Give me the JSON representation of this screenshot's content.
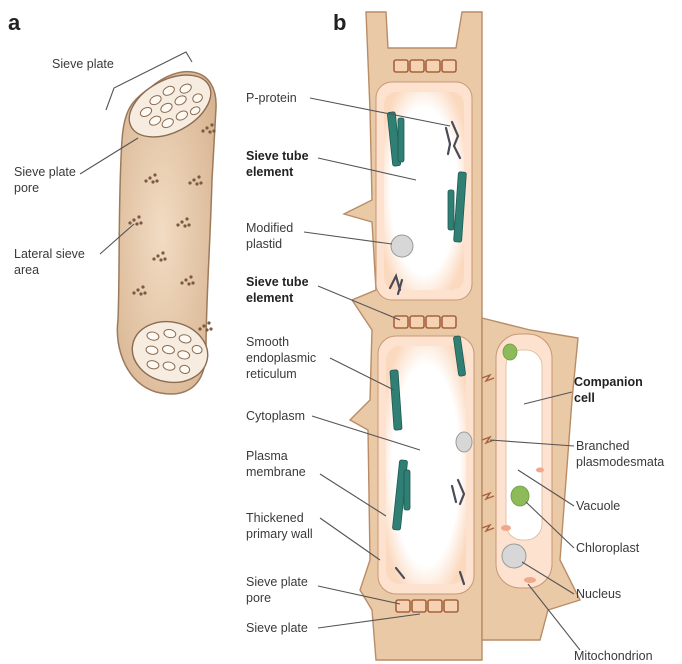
{
  "figure": {
    "panel_a_letter": "a",
    "panel_b_letter": "b"
  },
  "labels_a": {
    "sieve_plate": "Sieve plate",
    "sieve_plate_pore_1": "Sieve plate",
    "sieve_plate_pore_2": "pore",
    "lateral_sieve_area_1": "Lateral sieve",
    "lateral_sieve_area_2": "area"
  },
  "labels_b_left": {
    "p_protein": "P-protein",
    "sieve_tube_element_1a": "Sieve tube",
    "sieve_tube_element_1b": "element",
    "modified_plastid_1": "Modified",
    "modified_plastid_2": "plastid",
    "sieve_tube_element_2a": "Sieve tube",
    "sieve_tube_element_2b": "element",
    "smooth_er_1": "Smooth",
    "smooth_er_2": "endoplasmic",
    "smooth_er_3": "reticulum",
    "cytoplasm": "Cytoplasm",
    "plasma_membrane_1": "Plasma",
    "plasma_membrane_2": "membrane",
    "thickened_wall_1": "Thickened",
    "thickened_wall_2": "primary wall",
    "sieve_plate_pore_1": "Sieve plate",
    "sieve_plate_pore_2": "pore",
    "sieve_plate": "Sieve plate"
  },
  "labels_b_right": {
    "companion_cell_1": "Companion",
    "companion_cell_2": "cell",
    "branched_plasmodesmata_1": "Branched",
    "branched_plasmodesmata_2": "plasmodesmata",
    "vacuole": "Vacuole",
    "chloroplast": "Chloroplast",
    "nucleus": "Nucleus",
    "mitochondrion": "Mitochondrion"
  },
  "colors": {
    "cell_wall": "#eac9a6",
    "cytoplasm": "#fde3cf",
    "er": "#2f7f74",
    "chloroplast": "#8dbb5a",
    "organelle": "#d7d7d7"
  }
}
